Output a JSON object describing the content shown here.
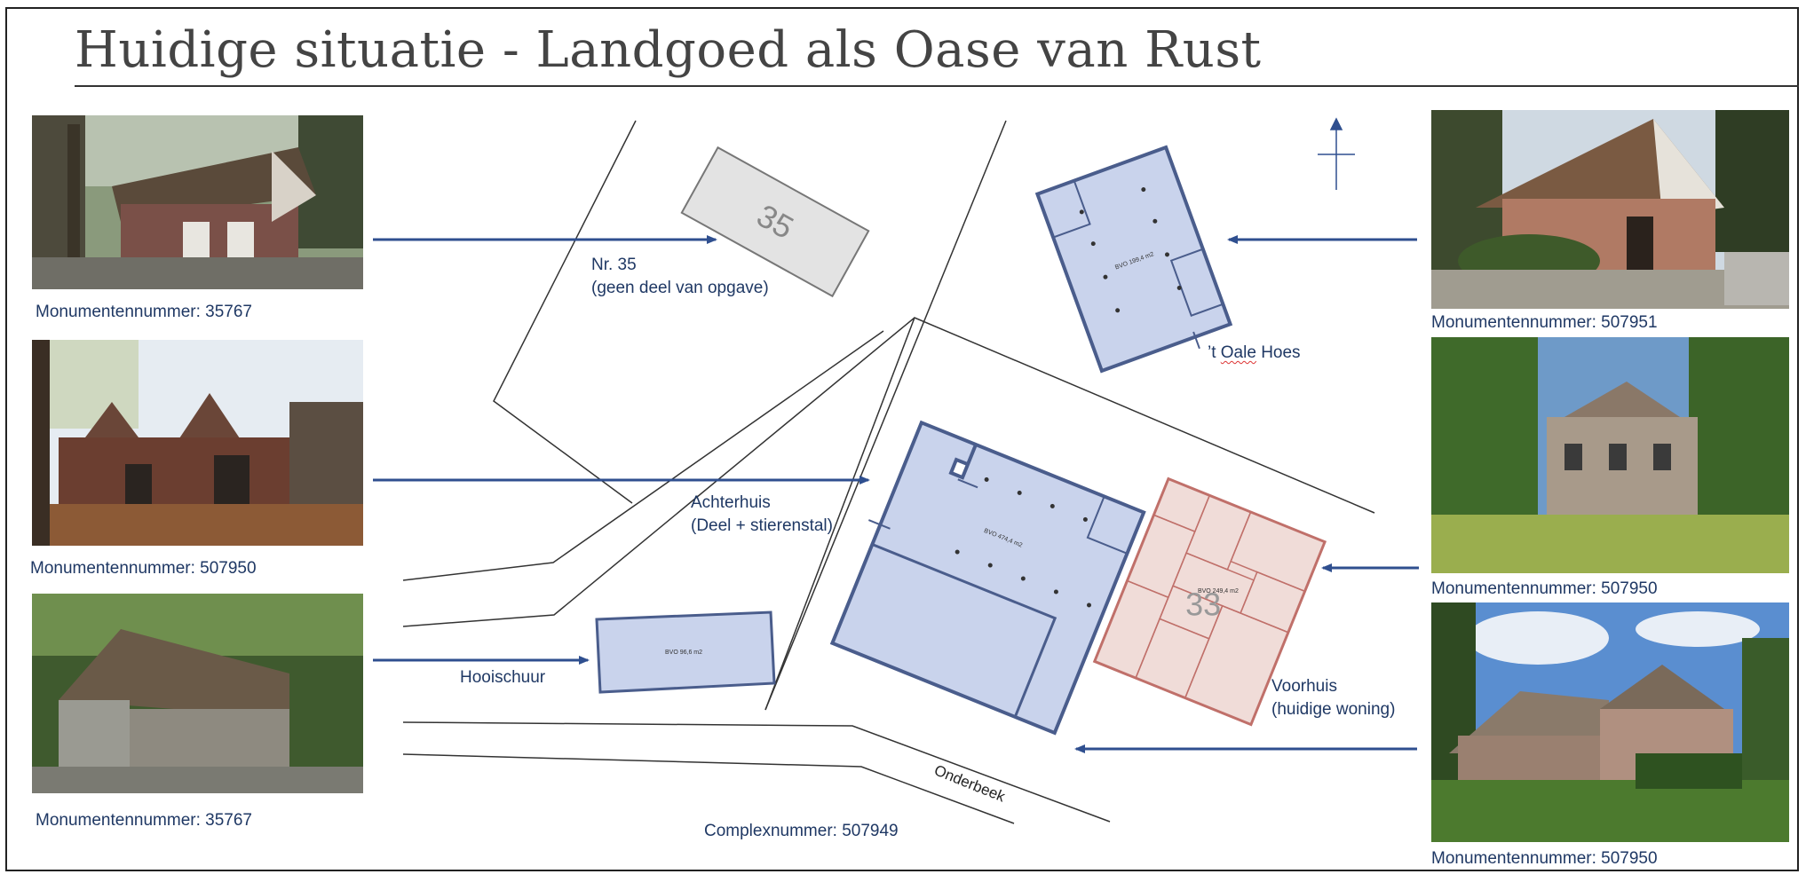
{
  "title": "Huidige situatie - Landgoed als Oase van Rust",
  "captions": {
    "left_top": "Monumentennummer: 35767",
    "left_middle": "Monumentennummer: 507950",
    "left_bottom": "Monumentennummer: 35767",
    "right_top": "Monumentennummer: 507951",
    "right_middle": "Monumentennummer: 507950",
    "right_bottom": "Monumentennummer: 507950",
    "complex": "Complexnummer: 507949"
  },
  "labels": {
    "nr35_line1": "Nr. 35",
    "nr35_line2": "(geen deel van opgave)",
    "oale_prefix": "’t ",
    "oale_word": "Oale",
    "oale_suffix": " Hoes",
    "achterhuis_line1": "Achterhuis",
    "achterhuis_line2": "(Deel + stierenstal)",
    "hooischuur": "Hooischuur",
    "voorhuis_line1": "Voorhuis",
    "voorhuis_line2": "(huidige woning)",
    "street": "Onderbeek"
  },
  "plan_text": {
    "nr35_number": "35",
    "nr33_number": "33",
    "bvo_oale": "BVO 199,4 m2",
    "bvo_achter": "BVO 474,4 m2",
    "bvo_voor": "BVO 249,4 m2",
    "bvo_hooi": "BVO 96,6 m2"
  },
  "colors": {
    "arrow": "#2f4f8f",
    "building_fill": "#c9d3ec",
    "building_stroke": "#4a5d8c",
    "voorhuis_fill": "#f0dcd8",
    "voorhuis_stroke": "#c0706a",
    "caption_text": "#1f3864"
  }
}
